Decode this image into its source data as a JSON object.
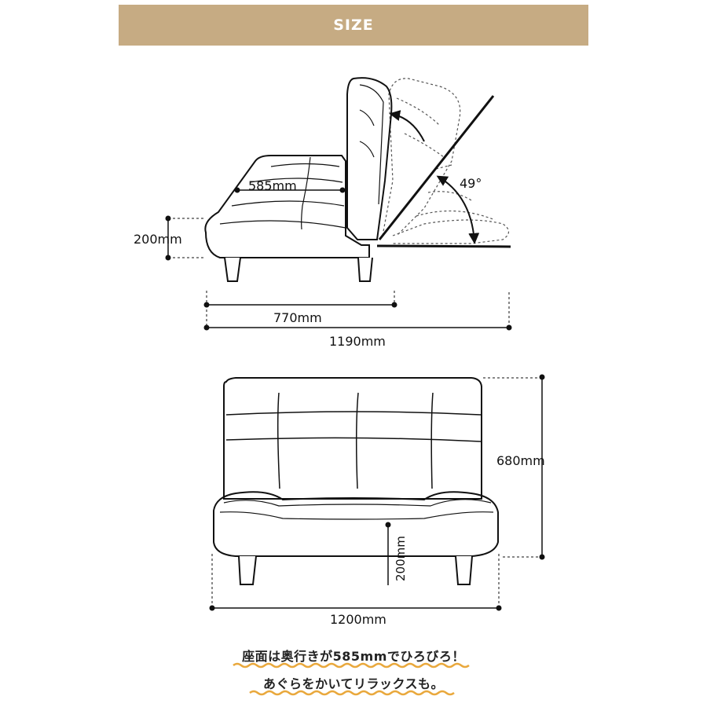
{
  "header": {
    "title": "SIZE",
    "bg_color": "#c6ab83"
  },
  "side_view": {
    "seat_depth": "585mm",
    "seat_height": "200mm",
    "depth_upright": "770mm",
    "depth_reclined": "1190mm",
    "recline_angle": "49°"
  },
  "front_view": {
    "height": "680mm",
    "seat_height": "200mm",
    "width": "1200mm"
  },
  "captions": {
    "line1": "座面は奥行きが585mmでひろびろ！",
    "line2": "あぐらをかいてリラックスも。",
    "underline_color": "#e9a83c"
  }
}
